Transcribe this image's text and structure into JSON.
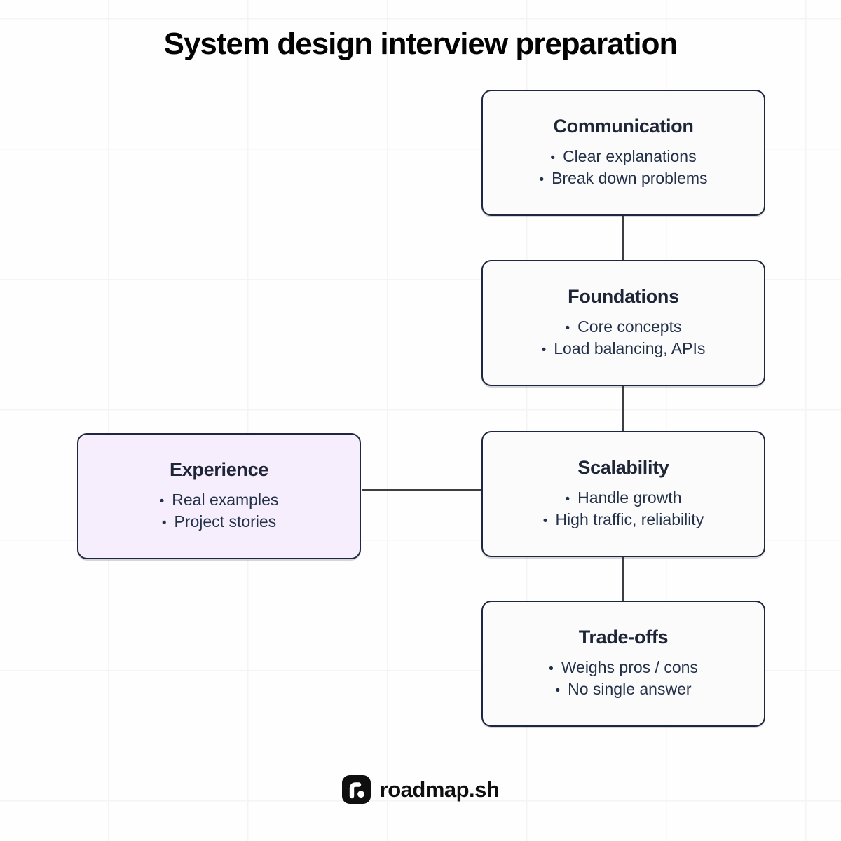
{
  "title": "System design interview preparation",
  "glyphs": {
    "bullet": "•"
  },
  "nodes": [
    {
      "id": "communication",
      "title": "Communication",
      "bullets": [
        "Clear explanations",
        "Break down problems"
      ],
      "variant": "default"
    },
    {
      "id": "foundations",
      "title": "Foundations",
      "bullets": [
        "Core concepts",
        "Load balancing, APIs"
      ],
      "variant": "default"
    },
    {
      "id": "scalability",
      "title": "Scalability",
      "bullets": [
        "Handle growth",
        "High traffic, reliability"
      ],
      "variant": "default"
    },
    {
      "id": "tradeoffs",
      "title": "Trade-offs",
      "bullets": [
        "Weighs pros / cons",
        "No single answer"
      ],
      "variant": "default"
    },
    {
      "id": "experience",
      "title": "Experience",
      "bullets": [
        "Real examples",
        "Project stories"
      ],
      "variant": "highlight"
    }
  ],
  "edges": [
    {
      "from": "communication",
      "to": "foundations"
    },
    {
      "from": "foundations",
      "to": "scalability"
    },
    {
      "from": "scalability",
      "to": "tradeoffs"
    },
    {
      "from": "experience",
      "to": "scalability"
    }
  ],
  "footer": {
    "brand": "roadmap.sh",
    "logo": "roadmap-logo-mark"
  },
  "colors": {
    "background": "#fefefe",
    "grid_line": "#f5f3f4",
    "node_border": "#1f2740",
    "node_fill": "#fbfbfc",
    "highlight_fill": "#f6eefc",
    "heading_text": "#1d2537",
    "bullet_text": "#223048",
    "connector": "#3d3d42",
    "title_text": "#030303",
    "brand_black": "#0f0f0f"
  }
}
